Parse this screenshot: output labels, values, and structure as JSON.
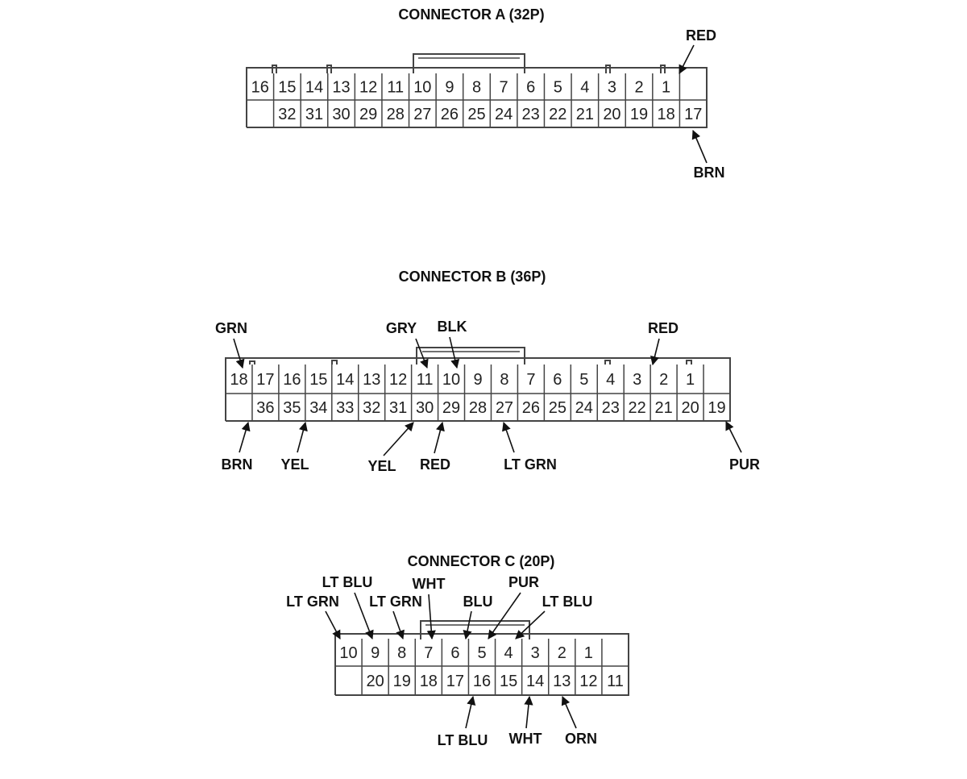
{
  "connectors": [
    {
      "id": "A",
      "title": "CONNECTOR A (32P)",
      "top_row": [
        "16",
        "15",
        "14",
        "13",
        "12",
        "11",
        "10",
        "9",
        "8",
        "7",
        "6",
        "5",
        "4",
        "3",
        "2",
        "1",
        ""
      ],
      "bottom_row": [
        "",
        "32",
        "31",
        "30",
        "29",
        "28",
        "27",
        "26",
        "25",
        "24",
        "23",
        "22",
        "21",
        "20",
        "19",
        "18",
        "17"
      ],
      "wires": [
        {
          "label": "RED",
          "pin": "1"
        },
        {
          "label": "BRN",
          "pin": "17"
        }
      ]
    },
    {
      "id": "B",
      "title": "CONNECTOR B (36P)",
      "top_row": [
        "18",
        "17",
        "16",
        "15",
        "14",
        "13",
        "12",
        "11",
        "10",
        "9",
        "8",
        "7",
        "6",
        "5",
        "4",
        "3",
        "2",
        "1",
        ""
      ],
      "bottom_row": [
        "",
        "36",
        "35",
        "34",
        "33",
        "32",
        "31",
        "30",
        "29",
        "28",
        "27",
        "26",
        "25",
        "24",
        "23",
        "22",
        "21",
        "20",
        "19"
      ],
      "wires": [
        {
          "label": "GRN",
          "pin": "18"
        },
        {
          "label": "GRY",
          "pin": "11"
        },
        {
          "label": "BLK",
          "pin": "10"
        },
        {
          "label": "RED",
          "pin": "3"
        },
        {
          "label": "BRN",
          "pin": "36"
        },
        {
          "label": "YEL",
          "pin": "34"
        },
        {
          "label": "YEL",
          "pin": "30"
        },
        {
          "label": "RED",
          "pin": "29"
        },
        {
          "label": "LT GRN",
          "pin": "27"
        },
        {
          "label": "PUR",
          "pin": "19"
        }
      ]
    },
    {
      "id": "C",
      "title": "CONNECTOR C (20P)",
      "top_row": [
        "10",
        "9",
        "8",
        "7",
        "6",
        "5",
        "4",
        "3",
        "2",
        "1",
        ""
      ],
      "bottom_row": [
        "",
        "20",
        "19",
        "18",
        "17",
        "16",
        "15",
        "14",
        "13",
        "12",
        "11"
      ],
      "wires": [
        {
          "label": "LT GRN",
          "pin": "10"
        },
        {
          "label": "LT BLU",
          "pin": "9"
        },
        {
          "label": "LT GRN",
          "pin": "8"
        },
        {
          "label": "WHT",
          "pin": "7"
        },
        {
          "label": "BLU",
          "pin": "6"
        },
        {
          "label": "PUR",
          "pin": "5"
        },
        {
          "label": "LT BLU",
          "pin": "4"
        },
        {
          "label": "LT BLU",
          "pin": "16"
        },
        {
          "label": "WHT",
          "pin": "14"
        },
        {
          "label": "ORN",
          "pin": "13"
        }
      ]
    }
  ]
}
